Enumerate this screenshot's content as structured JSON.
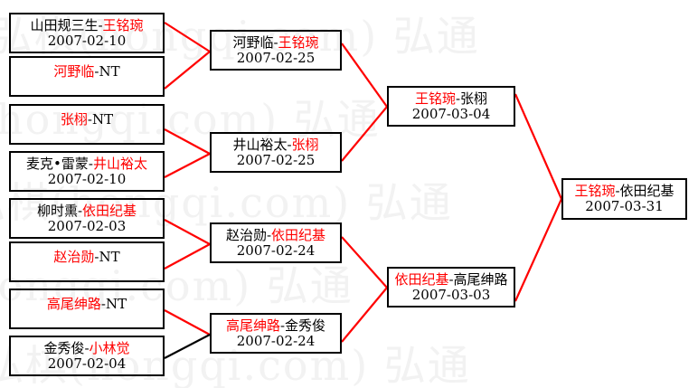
{
  "diagram": {
    "type": "tournament-bracket",
    "title": "",
    "colors": {
      "winner_text": "#ff0000",
      "loser_text": "#000000",
      "winner_line": "#ff0000",
      "loser_line": "#000000",
      "box_border": "#000000",
      "background": "#ffffff",
      "watermark": "#f2f2f2"
    },
    "separator": "-",
    "watermark_rows": [
      "弘棋(hongqi.com)  弘通",
      "弘棋(hongqi.com)  弘通",
      "弘棋(hongqi.com)  弘通",
      "弘棋(hongqi.com)  弘通",
      "弘棋(hongqi.com)  弘通"
    ],
    "rounds": [
      {
        "name": "round-1",
        "matches": [
          {
            "id": "r1m1",
            "left": "山田规三生",
            "right": "王铭琬",
            "winner": "right",
            "date": "2007-02-10"
          },
          {
            "id": "r1m2",
            "left": "河野临",
            "right": "NT",
            "winner": "left",
            "date": ""
          },
          {
            "id": "r1m3",
            "left": "张栩",
            "right": "NT",
            "winner": "left",
            "date": ""
          },
          {
            "id": "r1m4",
            "left": "麦克•雷蒙",
            "right": "井山裕太",
            "winner": "right",
            "date": "2007-02-10"
          },
          {
            "id": "r1m5",
            "left": "柳时熏",
            "right": "依田纪基",
            "winner": "right",
            "date": "2007-02-03"
          },
          {
            "id": "r1m6",
            "left": "赵治勋",
            "right": "NT",
            "winner": "left",
            "date": ""
          },
          {
            "id": "r1m7",
            "left": "高尾绅路",
            "right": "NT",
            "winner": "left",
            "date": ""
          },
          {
            "id": "r1m8",
            "left": "金秀俊",
            "right": "小林觉",
            "winner": "right",
            "date": "2007-02-04"
          }
        ]
      },
      {
        "name": "round-2",
        "matches": [
          {
            "id": "r2m1",
            "left": "河野临",
            "right": "王铭琬",
            "winner": "right",
            "date": "2007-02-25"
          },
          {
            "id": "r2m2",
            "left": "井山裕太",
            "right": "张栩",
            "winner": "right",
            "date": "2007-02-25"
          },
          {
            "id": "r2m3",
            "left": "赵治勋",
            "right": "依田纪基",
            "winner": "right",
            "date": "2007-02-24"
          },
          {
            "id": "r2m4",
            "left": "高尾绅路",
            "right": "金秀俊",
            "winner": "left",
            "date": "2007-02-24"
          }
        ]
      },
      {
        "name": "semifinal",
        "matches": [
          {
            "id": "r3m1",
            "left": "王铭琬",
            "right": "张栩",
            "winner": "left",
            "date": "2007-03-04"
          },
          {
            "id": "r3m2",
            "left": "依田纪基",
            "right": "高尾绅路",
            "winner": "left",
            "date": "2007-03-03"
          }
        ]
      },
      {
        "name": "final",
        "matches": [
          {
            "id": "r4m1",
            "left": "王铭琬",
            "right": "依田纪基",
            "winner": "left",
            "date": "2007-03-31"
          }
        ]
      }
    ]
  }
}
